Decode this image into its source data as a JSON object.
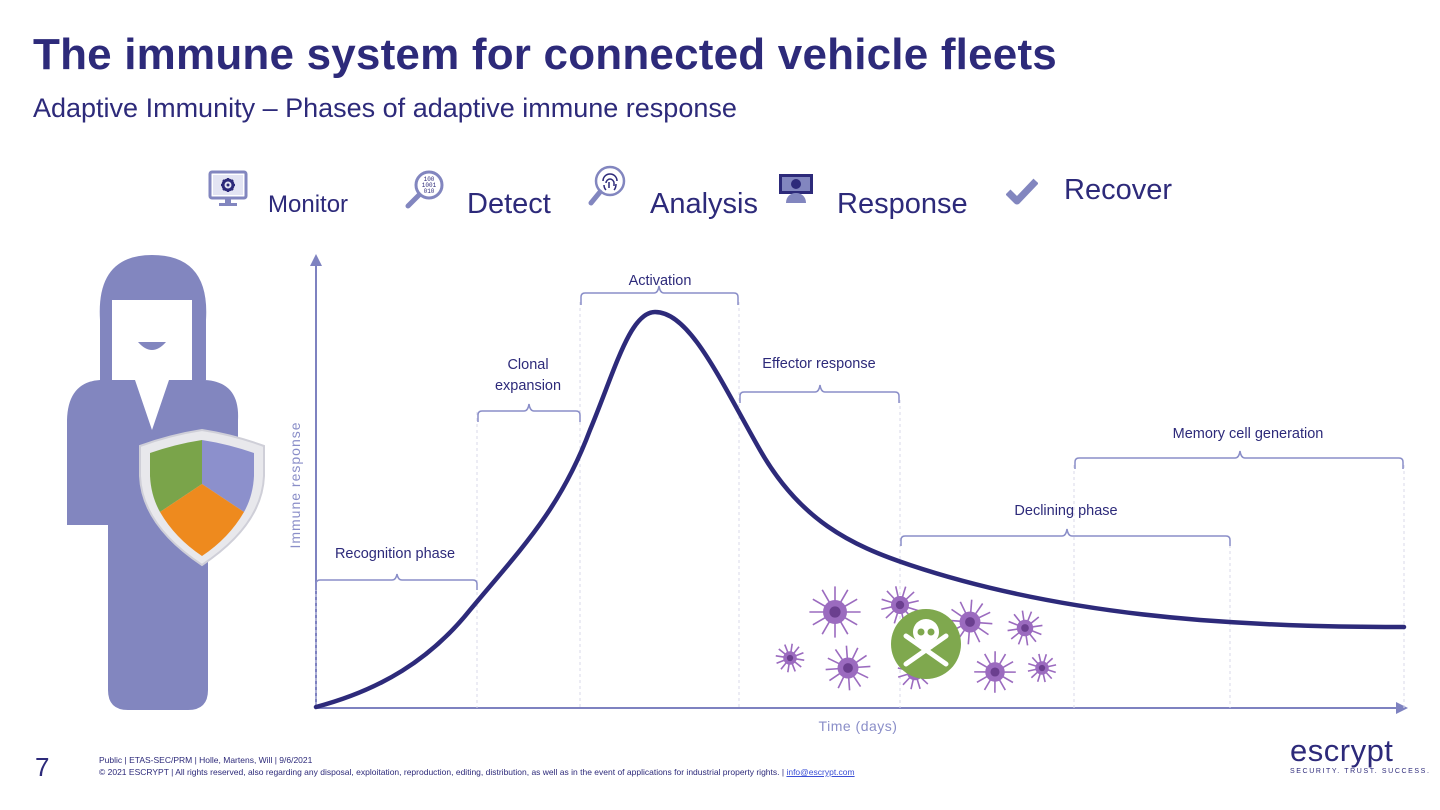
{
  "header": {
    "title": "The immune system for connected vehicle fleets",
    "subtitle": "Adaptive Immunity – Phases of adaptive immune response"
  },
  "steps": [
    {
      "label": "Monitor",
      "icon": "monitor-gear-icon"
    },
    {
      "label": "Detect",
      "icon": "binary-magnifier-icon"
    },
    {
      "label": "Analysis",
      "icon": "fingerprint-magnifier-icon"
    },
    {
      "label": "Response",
      "icon": "user-screen-icon"
    },
    {
      "label": "Recover",
      "icon": "checkmark-icon"
    }
  ],
  "diagram": {
    "y_axis_label": "Immune response",
    "x_axis_label": "Time (days)",
    "phases": {
      "recognition": "Recognition phase",
      "clonal_line1": "Clonal",
      "clonal_line2": "expansion",
      "activation": "Activation",
      "effector": "Effector response",
      "declining": "Declining phase",
      "memory": "Memory  cell generation"
    }
  },
  "colors": {
    "brand": "#2d2a7a",
    "curve": "#2d2a7a",
    "axis": "#7e82c0",
    "bracket": "#8a8ec8",
    "person": "#8286bf",
    "shield_green": "#7aa44a",
    "shield_blue": "#8c90cc",
    "shield_orange": "#ee8a1e",
    "pathogen": "#9b6bbf",
    "skull_badge": "#7fa84e"
  },
  "footer": {
    "page_number": "7",
    "line1": "Public | ETAS-SEC/PRM | Holle, Martens, Will | 9/6/2021",
    "line2": "© 2021 ESCRYPT | All rights reserved, also regarding any disposal, exploitation, reproduction, editing, distribution, as well as in the event of applications for industrial property rights. |",
    "email": "info@escrypt.com",
    "logo": "escrypt",
    "tagline": "SECURITY. TRUST. SUCCESS."
  }
}
